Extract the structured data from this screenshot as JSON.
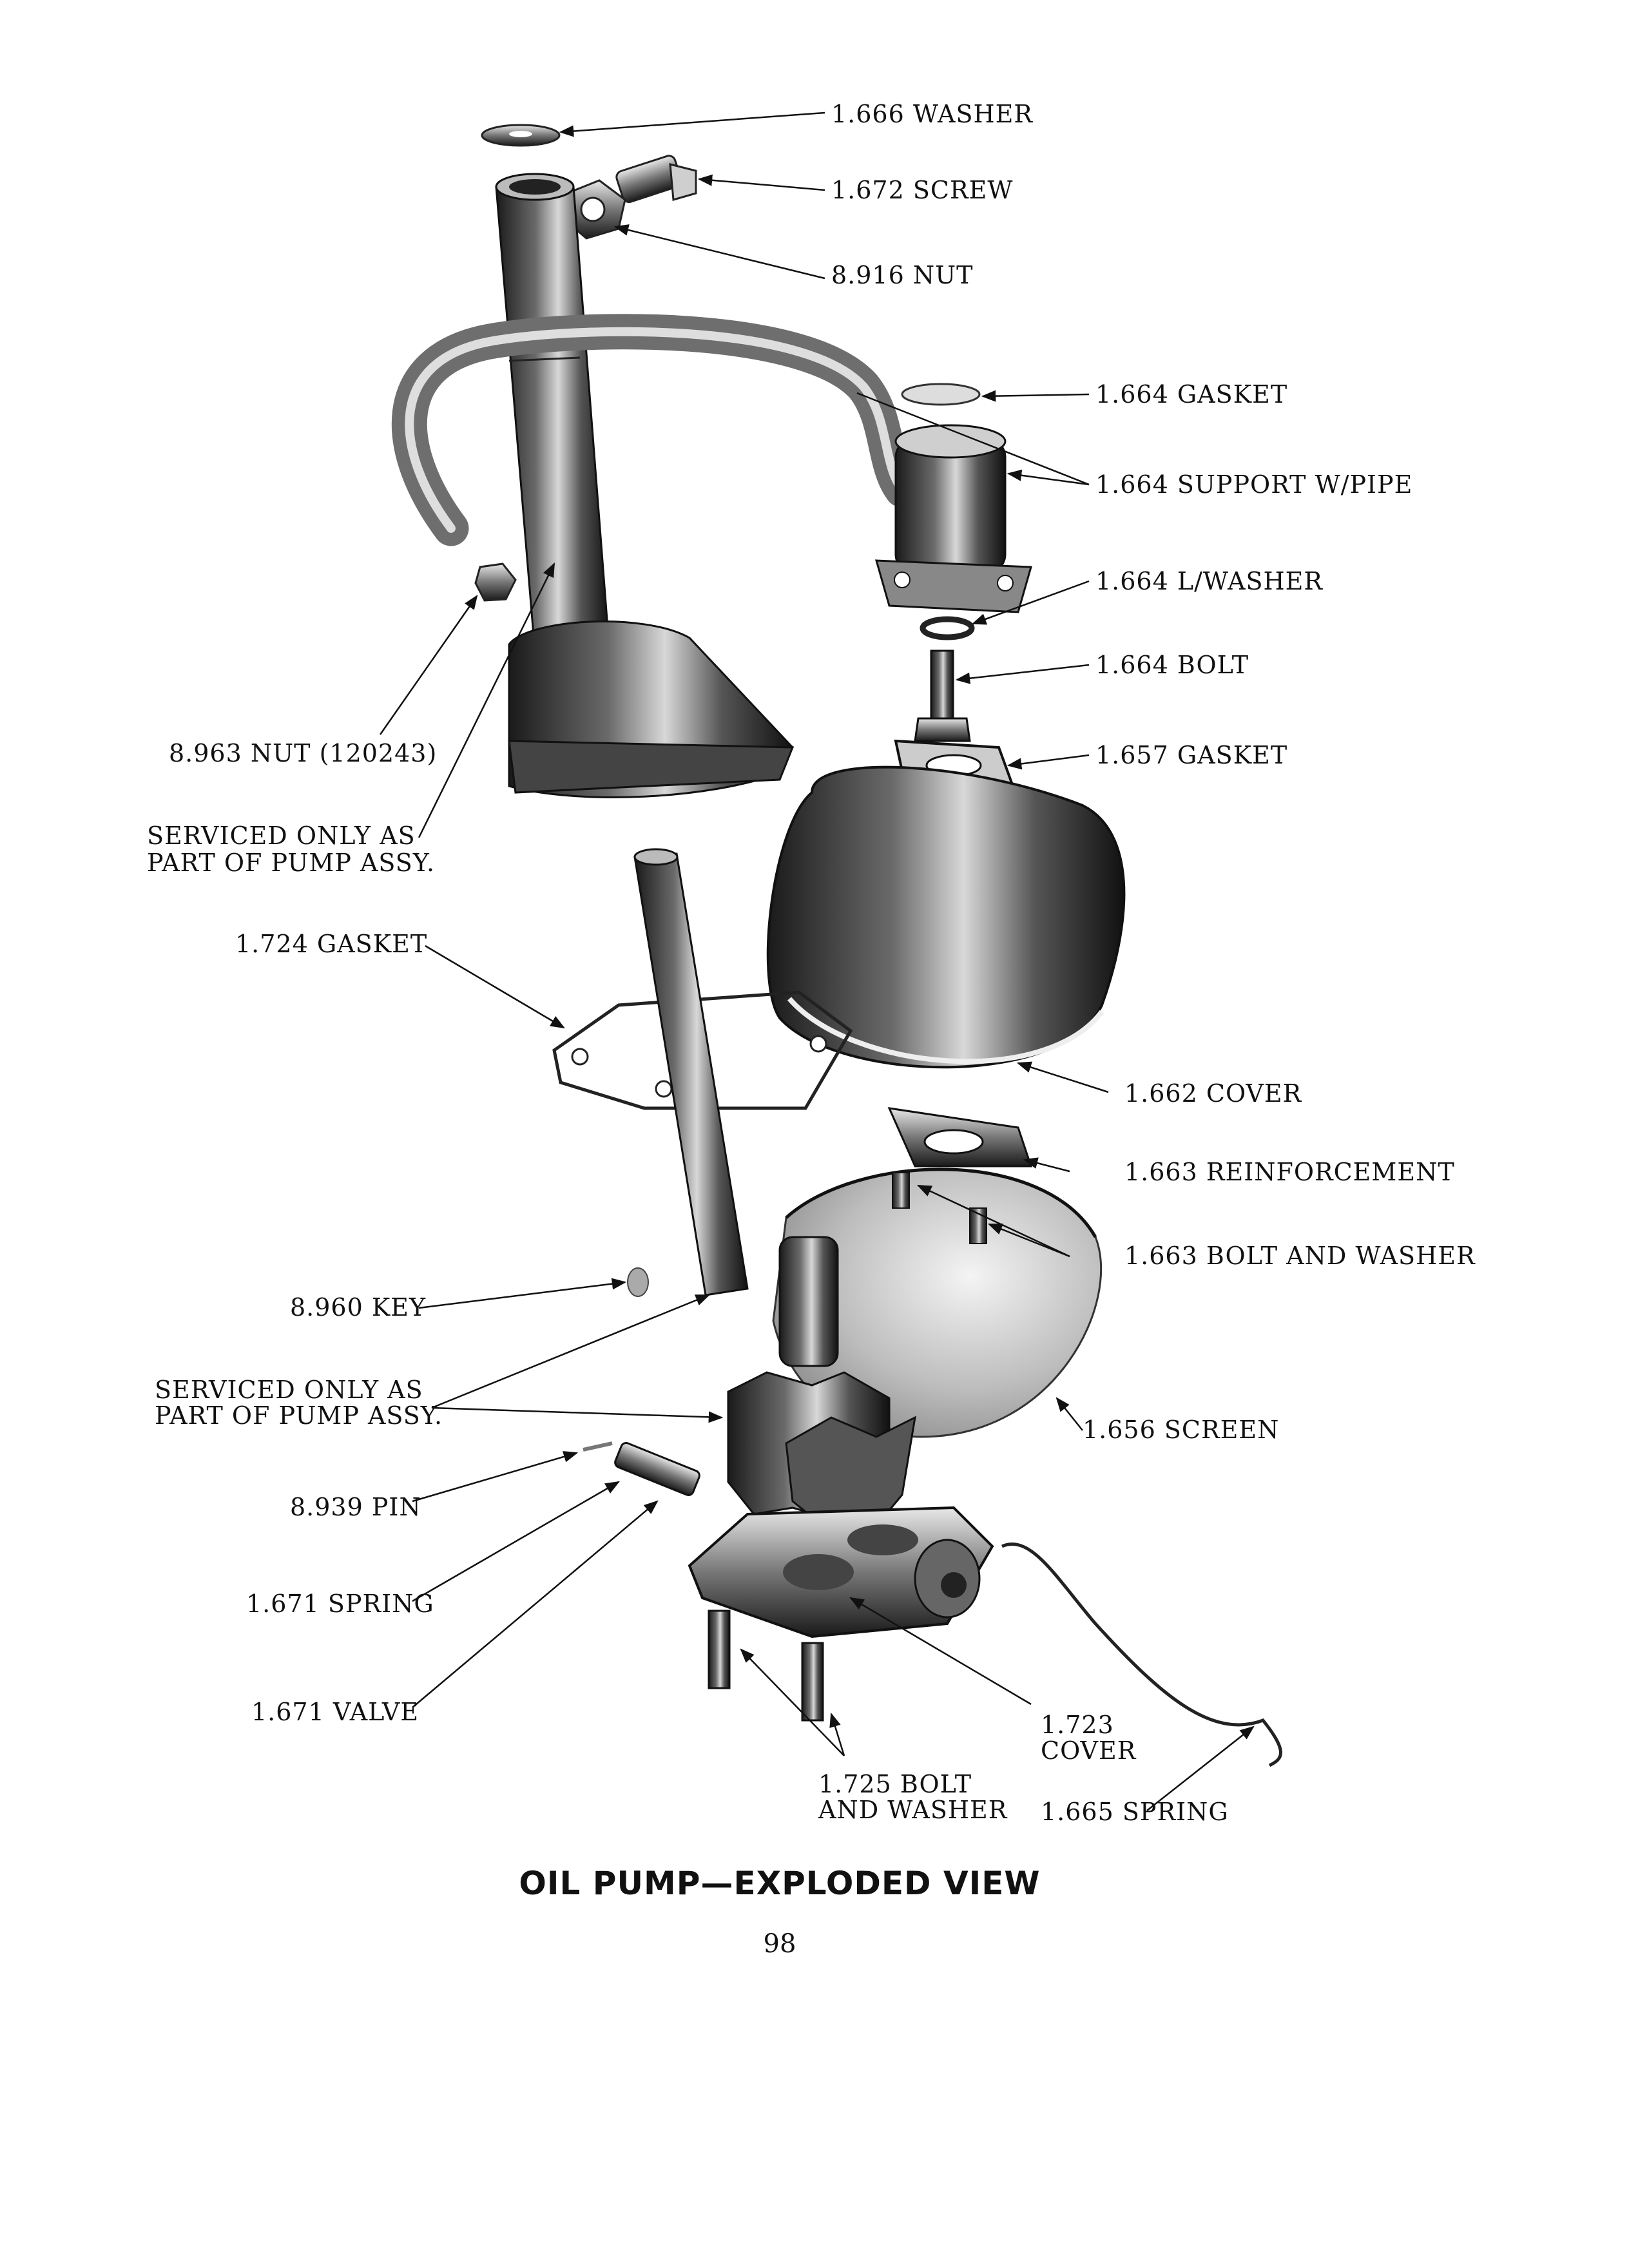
{
  "labels": {
    "washer": "1.666 WASHER",
    "screw": "1.672 SCREW",
    "nut_top": "8.916 NUT",
    "gasket_top": "1.664 GASKET",
    "support": "1.664 SUPPORT W/PIPE",
    "lwasher": "1.664 L/WASHER",
    "bolt_top": "1.664 BOLT",
    "gasket_657": "1.657 GASKET",
    "nut_963": "8.963 NUT (120243)",
    "serviced_1a": "SERVICED ONLY AS",
    "serviced_1b": "PART OF PUMP ASSY.",
    "gasket_724": "1.724 GASKET",
    "cover_662": "1.662 COVER",
    "reinforcement": "1.663 REINFORCEMENT",
    "bolt_washer_663": "1.663 BOLT AND WASHER",
    "key": "8.960 KEY",
    "serviced_2a": "SERVICED ONLY AS",
    "serviced_2b": "PART OF PUMP ASSY.",
    "screen": "1.656 SCREEN",
    "pin": "8.939 PIN",
    "spring_671": "1.671 SPRING",
    "valve": "1.671 VALVE",
    "cover_723a": "1.723",
    "cover_723b": "COVER",
    "bolt_725a": "1.725 BOLT",
    "bolt_725b": "AND WASHER",
    "spring_665": "1.665 SPRING"
  },
  "caption": "OIL PUMP—EXPLODED VIEW",
  "page_number": "98"
}
